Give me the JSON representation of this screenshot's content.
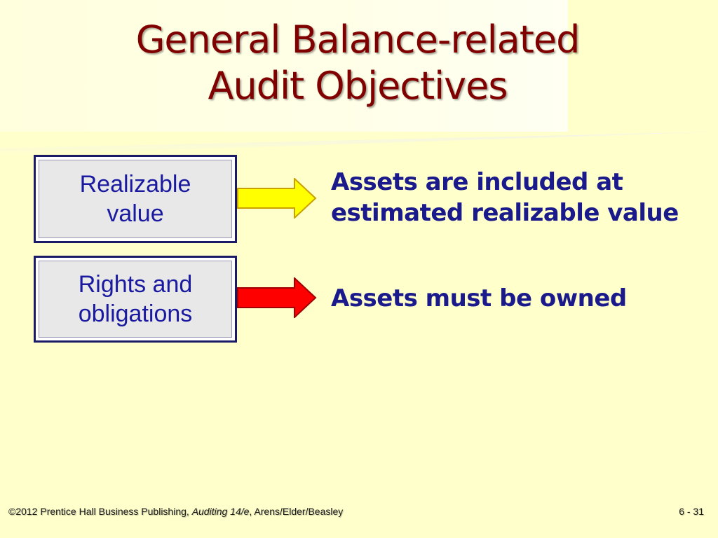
{
  "slide": {
    "title_line1": "General Balance-related",
    "title_line2": "Audit Objectives"
  },
  "items": [
    {
      "label_line1": "Realizable",
      "label_line2": "value",
      "arrow_color": "#ffff00",
      "objective_line1": "Assets are included at",
      "objective_line2": "estimated realizable value"
    },
    {
      "label_line1": "Rights and",
      "label_line2": "obligations",
      "arrow_color": "#ff0000",
      "objective_line1": "Assets must be owned",
      "objective_line2": ""
    }
  ],
  "footer": {
    "copyright": "©2012 Prentice Hall Business Publishing, ",
    "book": "Auditing 14/e",
    "authors": ", Arens/Elder/Beasley",
    "page": "6 - 31"
  }
}
